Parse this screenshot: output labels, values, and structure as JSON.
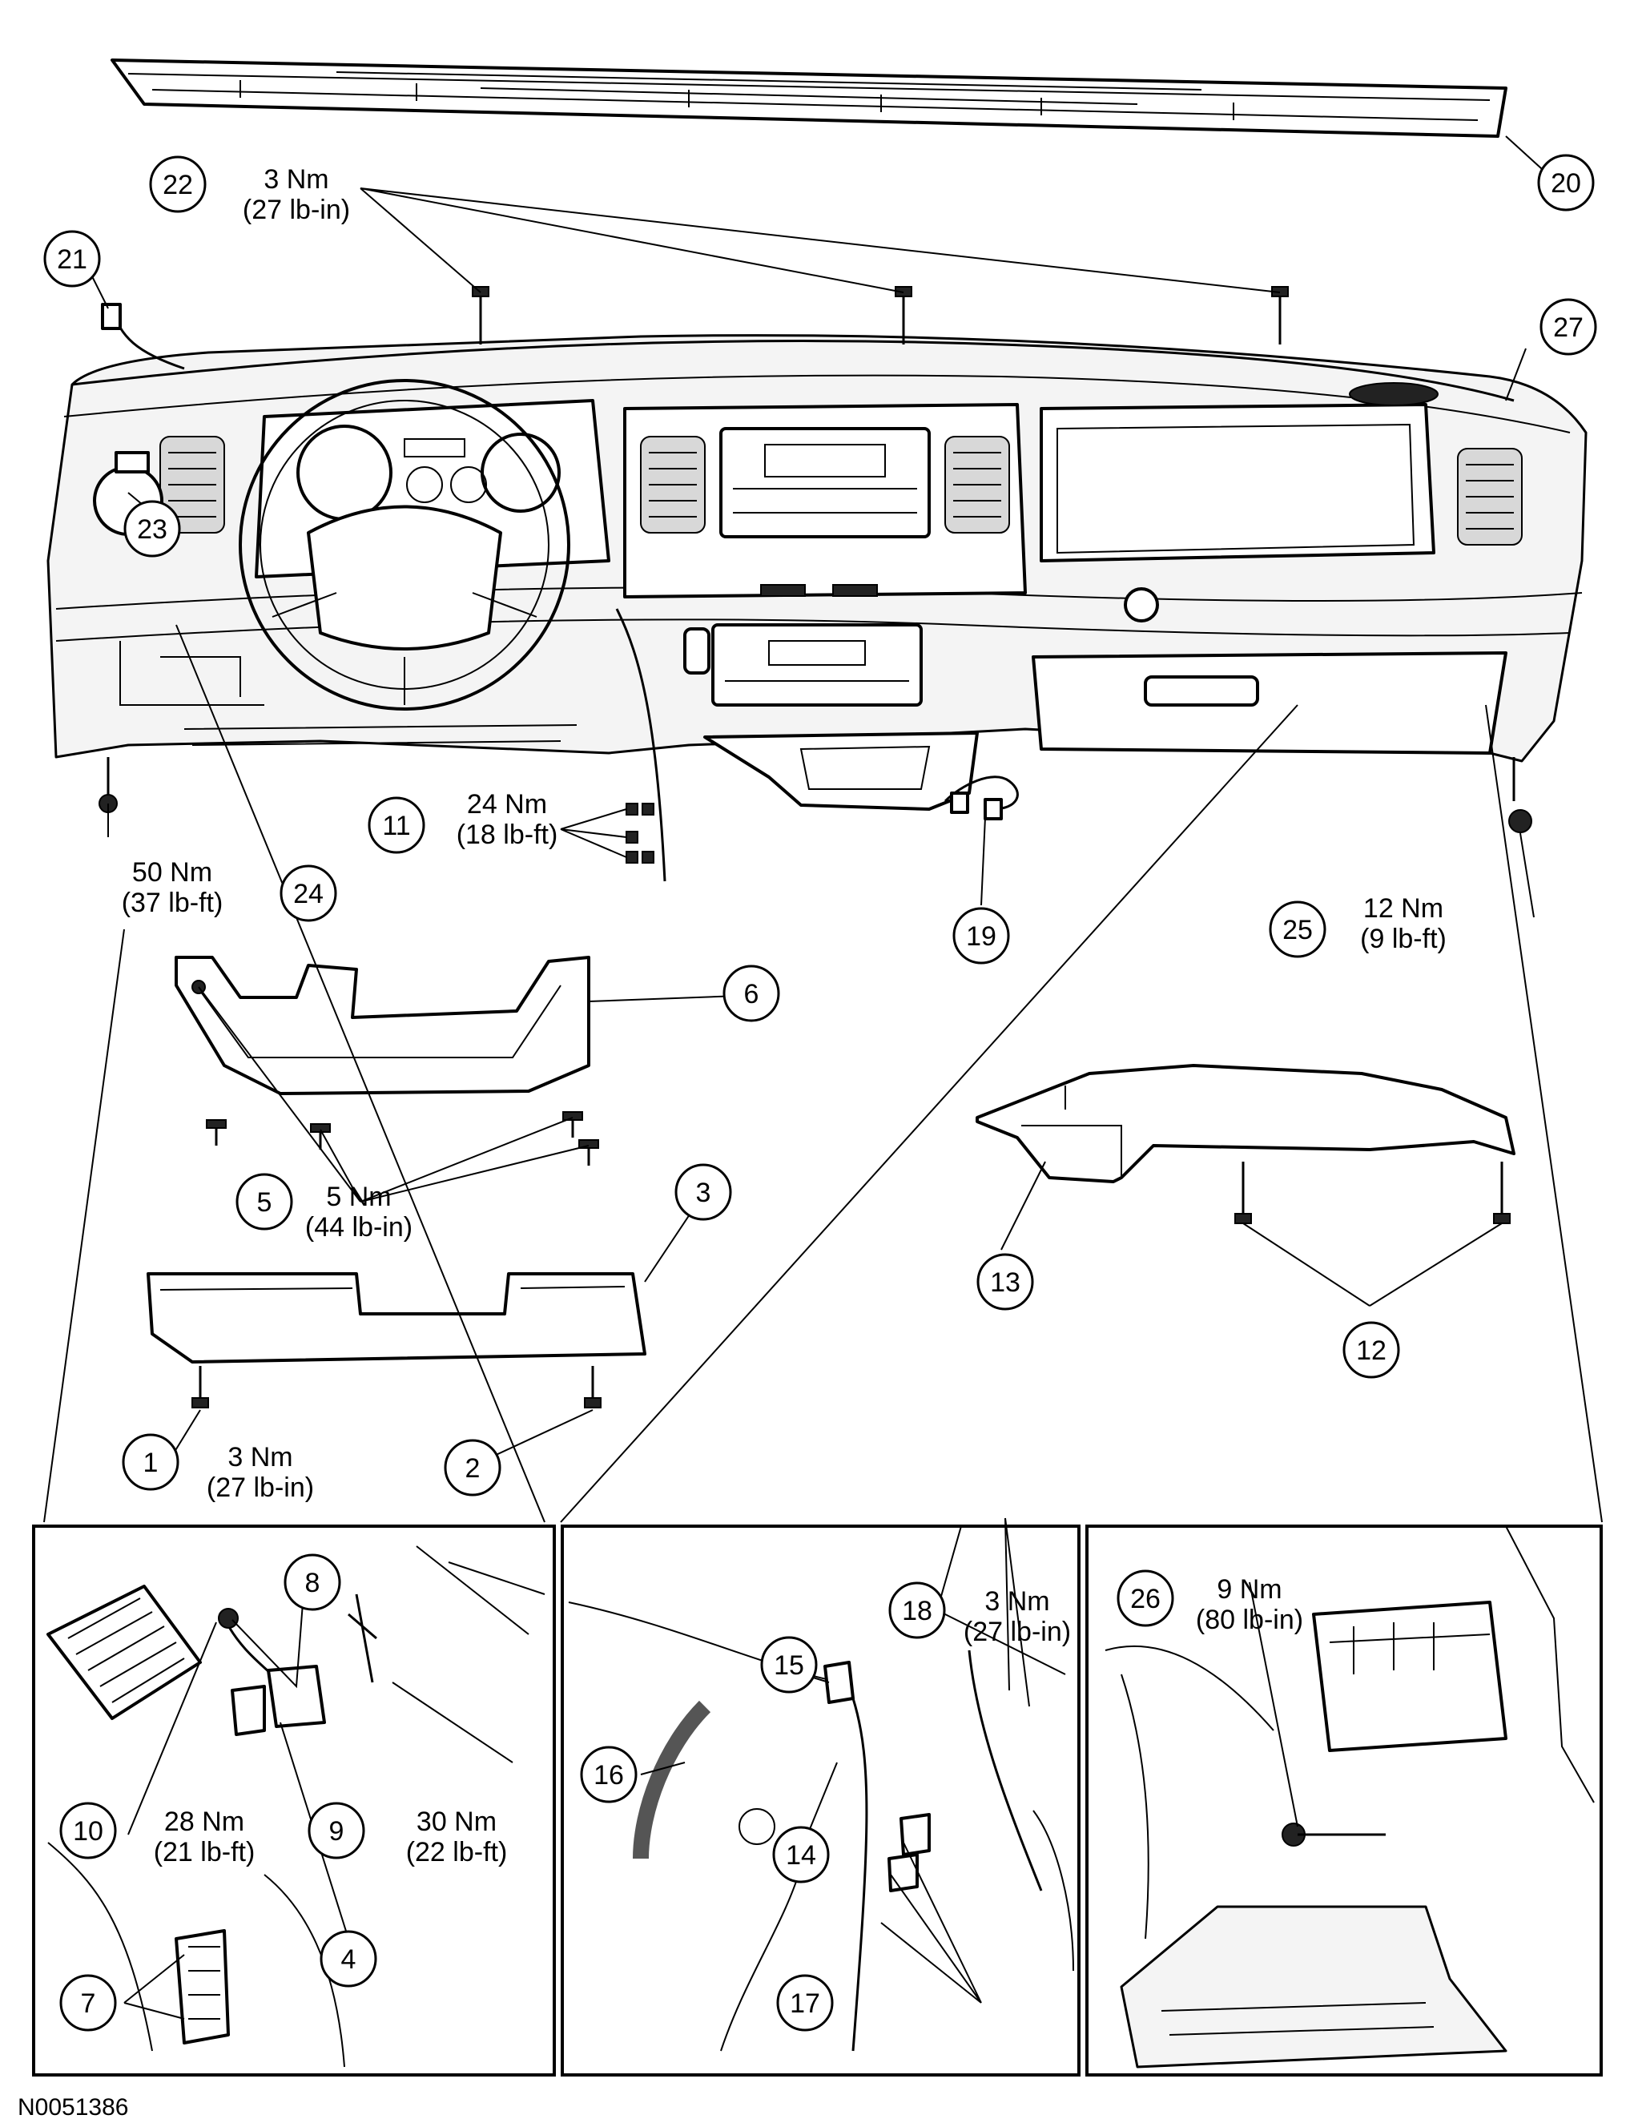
{
  "figure_id": "N0051386",
  "callouts": {
    "c1": "1",
    "c2": "2",
    "c3": "3",
    "c4": "4",
    "c5": "5",
    "c6": "6",
    "c7": "7",
    "c8": "8",
    "c9": "9",
    "c10": "10",
    "c11": "11",
    "c12": "12",
    "c13": "13",
    "c14": "14",
    "c15": "15",
    "c16": "16",
    "c17": "17",
    "c18": "18",
    "c19": "19",
    "c20": "20",
    "c21": "21",
    "c22": "22",
    "c23": "23",
    "c24": "24",
    "c25": "25",
    "c26": "26",
    "c27": "27"
  },
  "torques": {
    "t22": {
      "metric": "3 Nm",
      "imperial": "(27 lb-in)"
    },
    "t11": {
      "metric": "24 Nm",
      "imperial": "(18 lb-ft)"
    },
    "t24": {
      "metric": "50 Nm",
      "imperial": "(37 lb-ft)"
    },
    "t25": {
      "metric": "12 Nm",
      "imperial": "(9 lb-ft)"
    },
    "t5": {
      "metric": "5 Nm",
      "imperial": "(44 lb-in)"
    },
    "t1": {
      "metric": "3 Nm",
      "imperial": "(27 lb-in)"
    },
    "t10": {
      "metric": "28 Nm",
      "imperial": "(21 lb-ft)"
    },
    "t9": {
      "metric": "30 Nm",
      "imperial": "(22 lb-ft)"
    },
    "t18": {
      "metric": "3 Nm",
      "imperial": "(27 lb-in)"
    },
    "t26": {
      "metric": "9 Nm",
      "imperial": "(80 lb-in)"
    }
  }
}
